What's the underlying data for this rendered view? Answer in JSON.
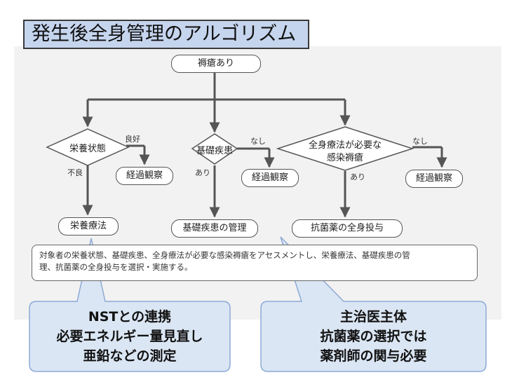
{
  "title": "発生後全身管理のアルゴリズム",
  "flow": {
    "root": "褥瘡あり",
    "branches": [
      {
        "decision": "栄養状態",
        "yes_label": "不良",
        "no_label": "良好",
        "no_result": "経過観察",
        "yes_result": "栄養療法"
      },
      {
        "decision": "基礎疾患",
        "yes_label": "あり",
        "no_label": "なし",
        "no_result": "経過観察",
        "yes_result": "基礎疾患の管理"
      },
      {
        "decision_line1": "全身療法が必要な",
        "decision_line2": "感染褥瘡",
        "yes_label": "あり",
        "no_label": "なし",
        "no_result": "経過観察",
        "yes_result": "抗菌薬の全身投与"
      }
    ],
    "summary_line1": "対象者の栄養状態、基礎疾患、全身療法が必要な感染褥瘡をアセスメントし、栄養療法、基礎疾患の管",
    "summary_line2": "理、抗菌薬の全身投与を選択・実施する。"
  },
  "callouts": [
    {
      "line1": "NSTとの連携",
      "line2": "必要エネルギー量見直し",
      "line3": "亜鉛などの測定"
    },
    {
      "line1": "主治医主体",
      "line2": "抗菌薬の選択では",
      "line3": "薬剤師の関与必要"
    }
  ],
  "colors": {
    "title_bg": "#c6d5ee",
    "callout_fill": "#dbe6f4",
    "callout_stroke": "#8eaad6",
    "line": "#555555"
  }
}
